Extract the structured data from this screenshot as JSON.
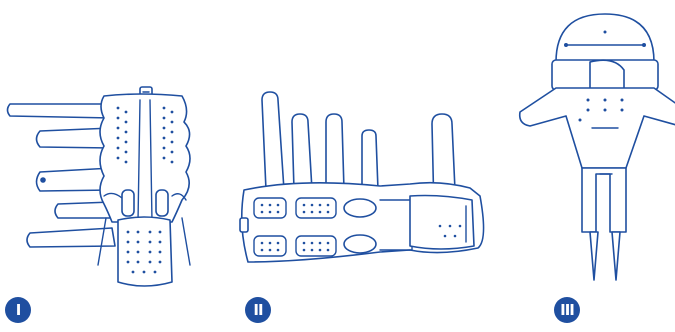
{
  "figures": [
    {
      "label": "I",
      "icon": "hand-orthosis-palmar-view"
    },
    {
      "label": "II",
      "icon": "hand-orthosis-side-view"
    },
    {
      "label": "III",
      "icon": "hand-orthosis-flat-pattern"
    }
  ],
  "colors": {
    "accent": "#1f4fa0",
    "background": "#ffffff"
  }
}
